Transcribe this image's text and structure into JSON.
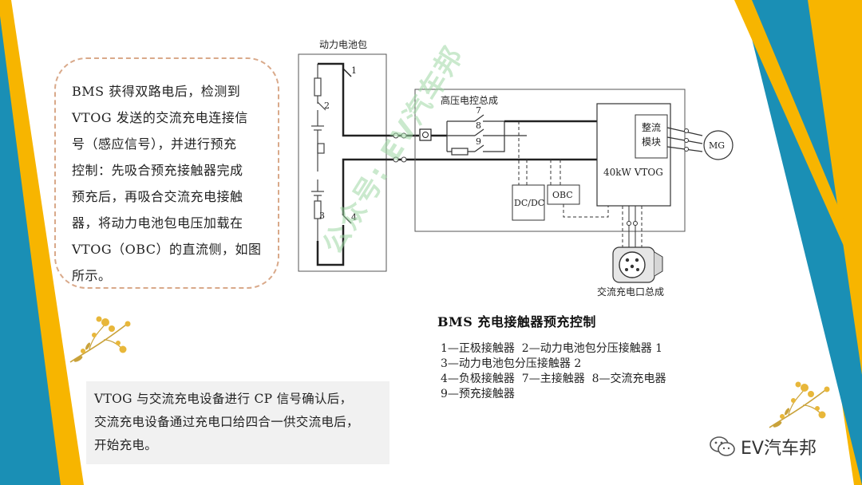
{
  "explanation": {
    "lines": [
      "BMS 获得双路电后，检测到",
      "VTOG 发送的交流充电连接信",
      "号（感应信号），并进行预充",
      "控制：先吸合预充接触器完成",
      "预充后，再吸合交流充电接触",
      "器，将动力电池包电压加载在",
      "VTOG（OBC）的直流侧，如图",
      "所示。"
    ]
  },
  "note": {
    "lines": [
      "VTOG 与交流充电设备进行 CP 信号确认后，",
      "交流充电设备通过充电口给四合一供交流电后，",
      "开始充电。"
    ]
  },
  "diagram": {
    "title": "BMS 充电接触器预充控制",
    "battery_label": "动力电池包",
    "hv_label": "高压电控总成",
    "rectifier_label_1": "整流",
    "rectifier_label_2": "模块",
    "vtog_label": "40kW VTOG",
    "dcdc_label": "DC/DC",
    "obc_label": "OBC",
    "mg_label": "MG",
    "port_label": "交流充电口总成",
    "num_1": "1",
    "num_2": "2",
    "num_3": "3",
    "num_4": "4",
    "num_7": "7",
    "num_8": "8",
    "num_9": "9"
  },
  "legend": [
    "1—正极接触器  2—动力电池包分压接触器 1",
    "3—动力电池包分压接触器 2",
    "4—负极接触器  7—主接触器  8—交流充电器",
    "9—预充接触器"
  ],
  "watermark": "公众号: EV汽车邦",
  "brand": "EV汽车邦",
  "colors": {
    "blue_band": "#1a8fb5",
    "yellow_band": "#f7b500",
    "dashed_border": "#d9a98a",
    "note_bg": "#f1f1f1",
    "watermark": "#9fd8a6"
  }
}
